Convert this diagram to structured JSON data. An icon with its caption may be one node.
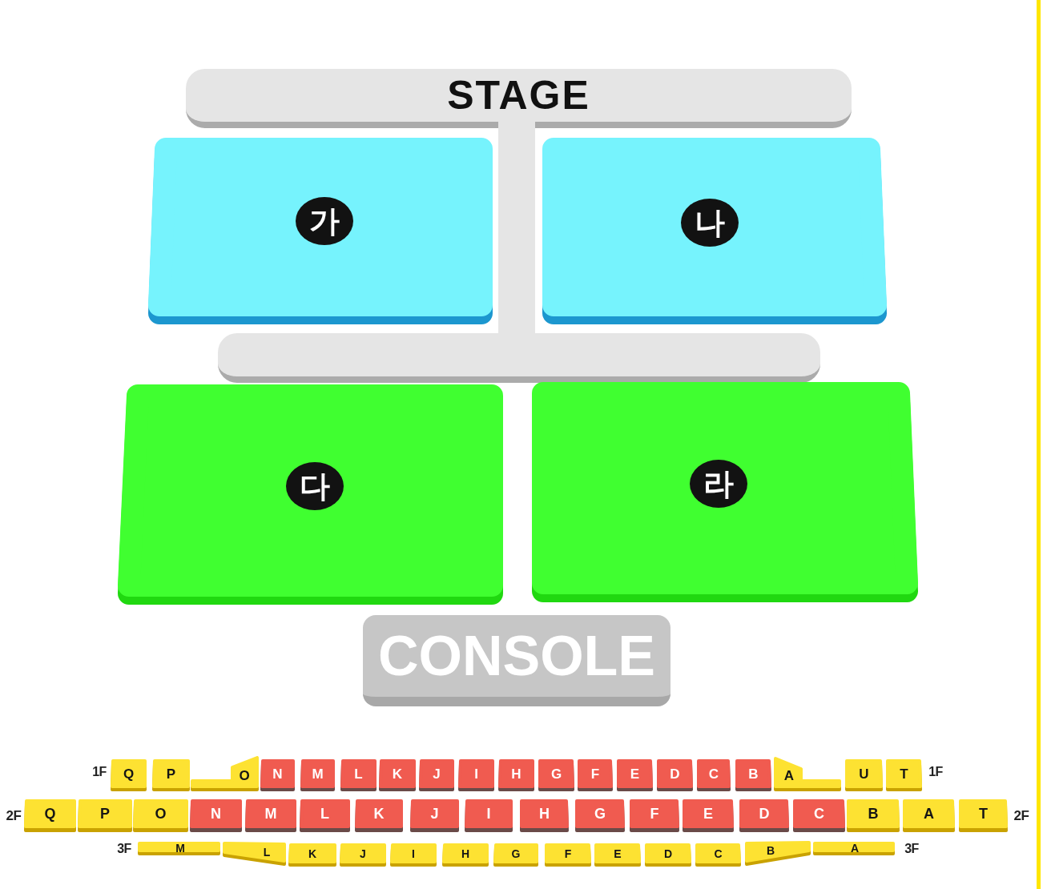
{
  "diagram": {
    "nodes": [
      {
        "text": [
          "STAGE"
        ]
      },
      {
        "text": [],
        "shape": "bar"
      },
      {
        "text": [
          "가"
        ]
      },
      {
        "text": [
          "나"
        ]
      },
      {
        "text": [],
        "shape": "bar"
      },
      {
        "text": [
          "다"
        ]
      },
      {
        "text": [
          "라"
        ]
      },
      {
        "text": [
          "CONSOLE"
        ]
      },
      {
        "text": [
          "Q"
        ]
      },
      {
        "text": [
          "P"
        ]
      },
      {
        "text": [
          "O"
        ]
      },
      {
        "text": [
          "N"
        ]
      },
      {
        "text": [
          "M"
        ]
      },
      {
        "text": [
          "L"
        ]
      },
      {
        "text": [
          "K"
        ]
      },
      {
        "text": [
          "J"
        ]
      },
      {
        "text": [
          "I"
        ]
      },
      {
        "text": [
          "H"
        ]
      },
      {
        "text": [
          "G"
        ]
      },
      {
        "text": [
          "F"
        ]
      },
      {
        "text": [
          "E"
        ]
      },
      {
        "text": [
          "D"
        ]
      },
      {
        "text": [
          "C"
        ]
      },
      {
        "text": [
          "B"
        ]
      },
      {
        "text": [
          "A"
        ]
      },
      {
        "text": [
          "U"
        ]
      },
      {
        "text": [
          "T"
        ]
      },
      {
        "text": [
          "Q"
        ]
      },
      {
        "text": [
          "P"
        ]
      },
      {
        "text": [
          "O"
        ]
      },
      {
        "text": [
          "N"
        ]
      },
      {
        "text": [
          "M"
        ]
      },
      {
        "text": [
          "L"
        ]
      },
      {
        "text": [
          "K"
        ]
      },
      {
        "text": [
          "J"
        ]
      },
      {
        "text": [
          "I"
        ]
      },
      {
        "text": [
          "H"
        ]
      },
      {
        "text": [
          "G"
        ]
      },
      {
        "text": [
          "F"
        ]
      },
      {
        "text": [
          "E"
        ]
      },
      {
        "text": [
          "D"
        ]
      },
      {
        "text": [
          "C"
        ]
      },
      {
        "text": [
          "B"
        ]
      },
      {
        "text": [
          "A"
        ]
      },
      {
        "text": [
          "T"
        ]
      },
      {
        "text": [
          "M"
        ]
      },
      {
        "text": [
          "L"
        ]
      },
      {
        "text": [
          "K"
        ]
      },
      {
        "text": [
          "J"
        ]
      },
      {
        "text": [
          "I"
        ]
      },
      {
        "text": [
          "H"
        ]
      },
      {
        "text": [
          "G"
        ]
      },
      {
        "text": [
          "F"
        ]
      },
      {
        "text": [
          "E"
        ]
      },
      {
        "text": [
          "D"
        ]
      },
      {
        "text": [
          "C"
        ]
      },
      {
        "text": [
          "B"
        ]
      },
      {
        "text": [
          "A"
        ]
      }
    ],
    "labels": [
      "1F",
      "1F",
      "2F",
      "2F",
      "3F",
      "3F"
    ]
  }
}
